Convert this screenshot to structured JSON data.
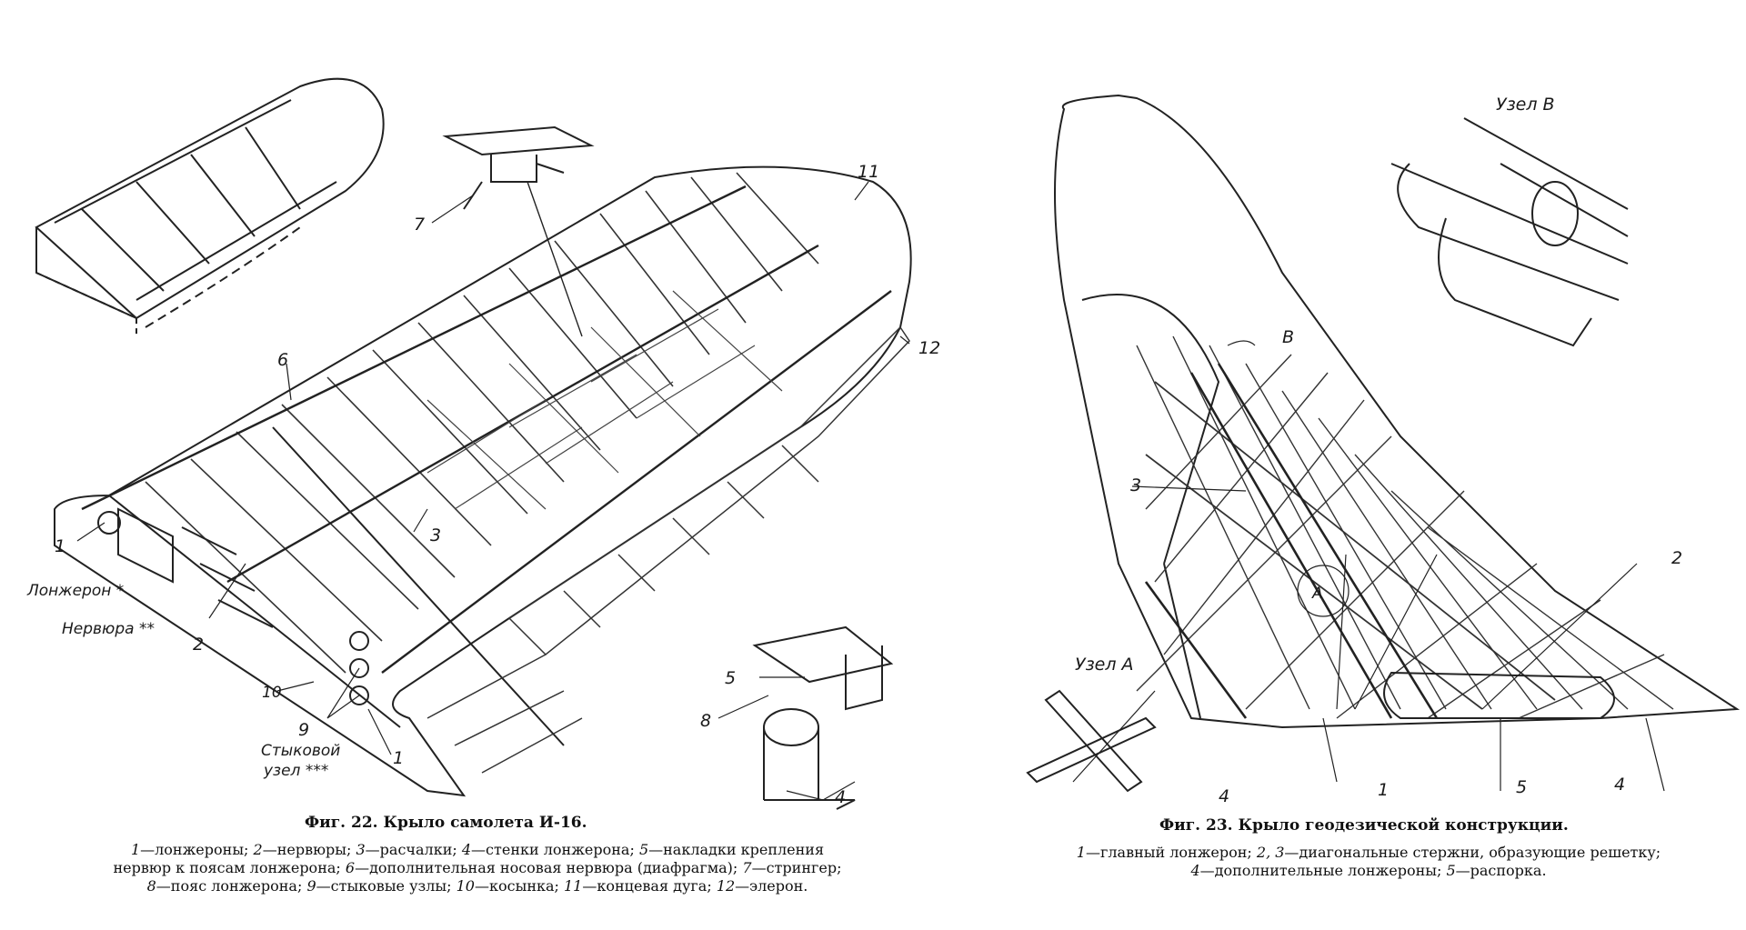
{
  "fig22": {
    "labels": {
      "l1a": "1",
      "spar": "Лонжерон *",
      "rib": "Нервюра **",
      "l2": "2",
      "l3": "3",
      "l6": "6",
      "l7": "7",
      "l11": "11",
      "l12": "12",
      "l10": "10",
      "l9": "9",
      "joint_line1": "Стыковой",
      "joint_line2": "узел ***",
      "l1b": "1",
      "l5": "5",
      "l8": "8",
      "l4": "4"
    },
    "caption": "Фиг. 22. Крыло самолета И-16.",
    "legend": {
      "line1": [
        {
          "n": "1",
          "t": "—лонжероны; "
        },
        {
          "n": "2",
          "t": "—нервюры; "
        },
        {
          "n": "3",
          "t": "—расчалки; "
        },
        {
          "n": "4",
          "t": "—стенки лонжерона; "
        },
        {
          "n": "5",
          "t": "—накладки крепления"
        }
      ],
      "line2": [
        {
          "n": "",
          "t": "нервюр к поясам лонжерона; "
        },
        {
          "n": "6",
          "t": "—дополнительная носовая нервюра (диафрагма); "
        },
        {
          "n": "7",
          "t": "—стрингер;"
        }
      ],
      "line3": [
        {
          "n": "8",
          "t": "—пояс лонжерона; "
        },
        {
          "n": "9",
          "t": "—стыковые узлы; "
        },
        {
          "n": "10",
          "t": "—косынка; "
        },
        {
          "n": "11",
          "t": "—концевая дуга; "
        },
        {
          "n": "12",
          "t": "—элерон."
        }
      ]
    }
  },
  "fig23": {
    "labels": {
      "nodeB": "Узел В",
      "B": "В",
      "l3": "3",
      "l2": "2",
      "A": "А",
      "nodeA": "Узел А",
      "l4a": "4",
      "l1": "1",
      "l5": "5",
      "l4b": "4"
    },
    "caption": "Фиг. 23. Крыло геодезической конструкции.",
    "legend": {
      "line1": [
        {
          "n": "1",
          "t": "—главный лонжерон; "
        },
        {
          "n": "2, 3",
          "t": "—диагональные стержни, образующие решетку;"
        }
      ],
      "line2": [
        {
          "n": "4",
          "t": "—дополнительные лонжероны; "
        },
        {
          "n": "5",
          "t": "—распорка."
        }
      ]
    }
  }
}
